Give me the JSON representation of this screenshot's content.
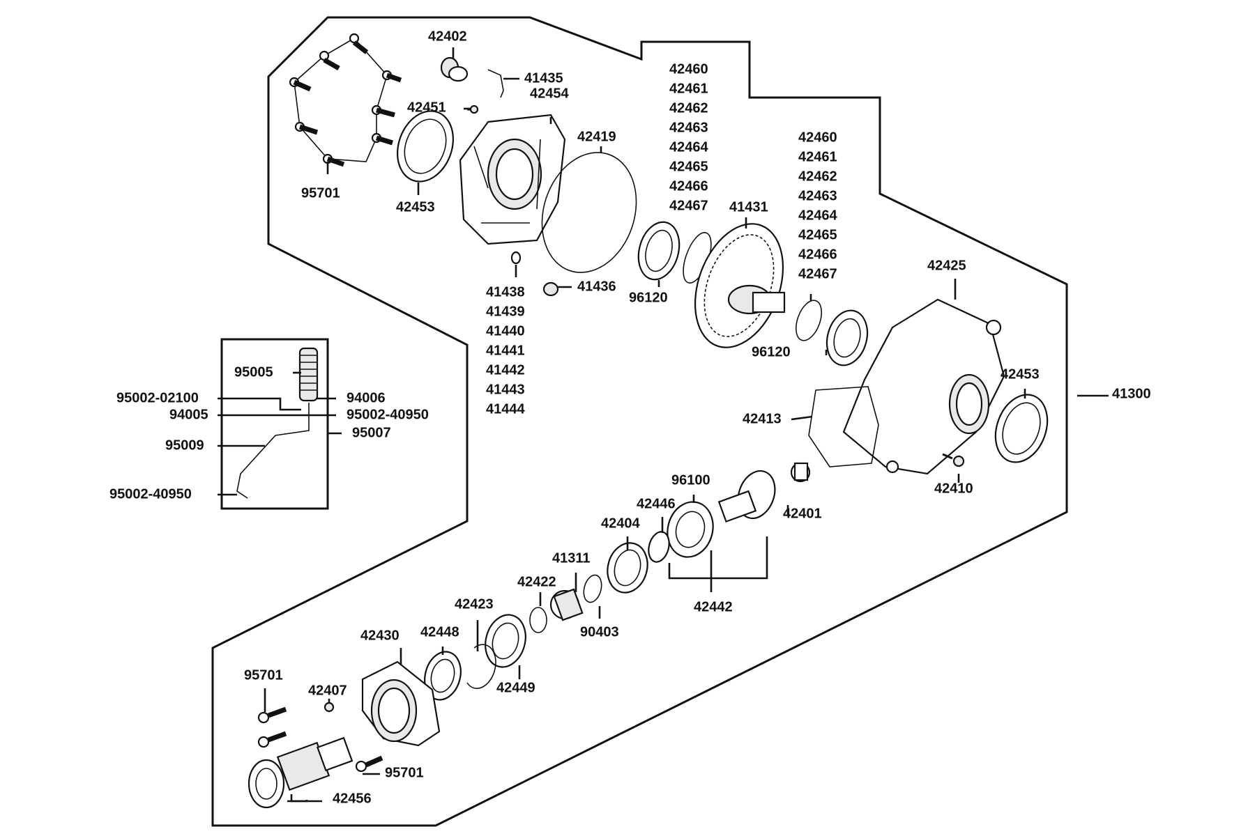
{
  "diagram": {
    "callouts": {
      "c95701a": "95701",
      "c42402": "42402",
      "c41435": "41435",
      "c42451": "42451",
      "c42454": "42454",
      "c42453a": "42453",
      "c42419": "42419",
      "c41438": [
        "41438",
        "41439",
        "41440",
        "41441",
        "41442",
        "41443",
        "41444"
      ],
      "c41436": "41436",
      "c42460a": [
        "42460",
        "42461",
        "42462",
        "42463",
        "42464",
        "42465",
        "42466",
        "42467"
      ],
      "c96120a": "96120",
      "c41431": "41431",
      "c42460b": [
        "42460",
        "42461",
        "42462",
        "42463",
        "42464",
        "42465",
        "42466",
        "42467"
      ],
      "c96120b": "96120",
      "c42425": "42425",
      "c42453b": "42453",
      "c41300": "41300",
      "c42413": "42413",
      "c42410": "42410",
      "c96100": "96100",
      "c42401": "42401",
      "c42446": "42446",
      "c42404": "42404",
      "c42442": "42442",
      "c41311": "41311",
      "c42422": "42422",
      "c90403": "90403",
      "c42423": "42423",
      "c42448": "42448",
      "c42449": "42449",
      "c42430": "42430",
      "c95701b": "95701",
      "c42407": "42407",
      "c95701c": "95701",
      "c42456": "42456",
      "c95005": "95005",
      "c95002_02100": "95002-02100",
      "c94006": "94006",
      "c94005": "94005",
      "c95002_40950a": "95002-40950",
      "c95007": "95007",
      "c95009": "95009",
      "c95002_40950b": "95002-40950"
    }
  }
}
